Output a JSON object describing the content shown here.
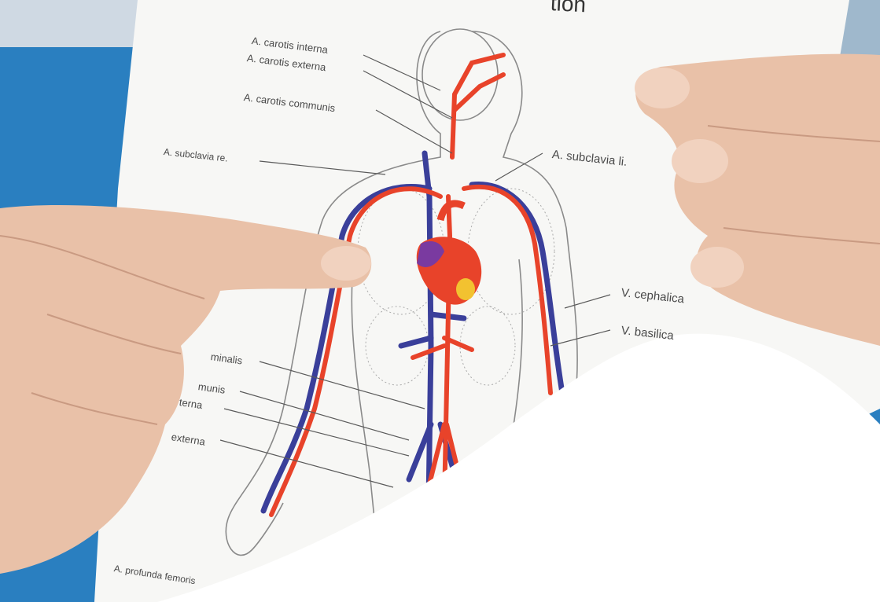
{
  "photo": {
    "heading_fragment": "tion",
    "labels": [
      "A. carotis interna",
      "A. carotis externa",
      "A. carotis communis",
      "A. subclavia re.",
      "A. subclavia li.",
      "V. cephalica",
      "V. basilica",
      "minalis",
      "munis",
      "terna",
      "externa",
      "A. profunda femoris"
    ]
  },
  "colors": {
    "scrubs": "#2a7fc0",
    "paper": "#f7f7f5",
    "artery": "#e8432a",
    "vein": "#3a3f9a",
    "skin": "#e9c1a8",
    "overlay": "#ffffff"
  }
}
